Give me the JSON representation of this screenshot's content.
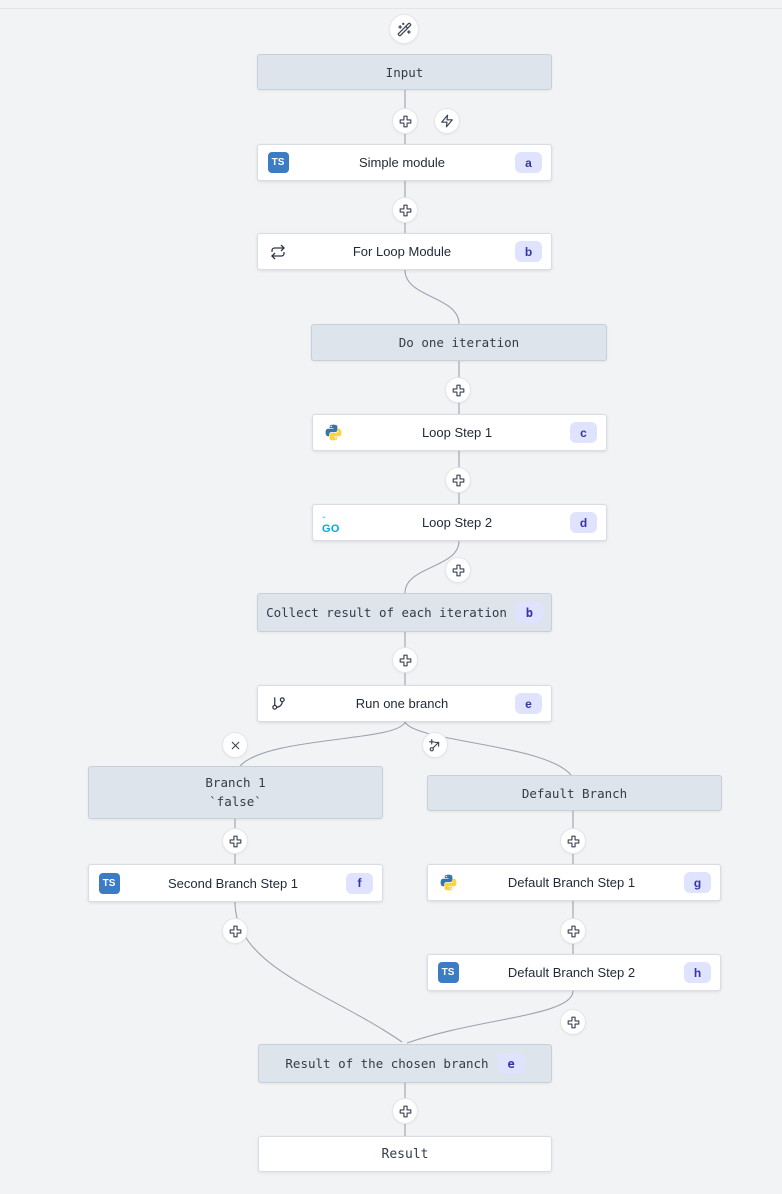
{
  "canvas": {
    "background_color": "#f2f3f5",
    "edge_color": "#9ca3af",
    "virtual_node_color": "#dde4ec",
    "module_node_color": "#ffffff",
    "badge_background": "#dfe3fd",
    "badge_text_color": "#3834a4",
    "typescript_blue": "#3b7cc4",
    "go_cyan": "#00acd7"
  },
  "icon_labels": {
    "typescript": "TS",
    "go": "GO"
  },
  "nodes": {
    "input": {
      "label": "Input"
    },
    "simple_module": {
      "label": "Simple module",
      "badge": "a"
    },
    "for_loop_module": {
      "label": "For Loop Module",
      "badge": "b"
    },
    "do_one_iteration": {
      "label": "Do one iteration"
    },
    "loop_step_1": {
      "label": "Loop Step 1",
      "badge": "c"
    },
    "loop_step_2": {
      "label": "Loop Step 2",
      "badge": "d"
    },
    "collect_result": {
      "label": "Collect result of each iteration",
      "badge": "b"
    },
    "run_one_branch": {
      "label": "Run one branch",
      "badge": "e"
    },
    "branch_1": {
      "label": "Branch 1",
      "sublabel": "`false`"
    },
    "default_branch": {
      "label": "Default Branch"
    },
    "second_branch_step_1": {
      "label": "Second Branch Step 1",
      "badge": "f"
    },
    "default_branch_step_1": {
      "label": "Default Branch Step 1",
      "badge": "g"
    },
    "default_branch_step_2": {
      "label": "Default Branch Step 2",
      "badge": "h"
    },
    "result_of_chosen_branch": {
      "label": "Result of the chosen branch",
      "badge": "e"
    },
    "result": {
      "label": "Result"
    }
  }
}
